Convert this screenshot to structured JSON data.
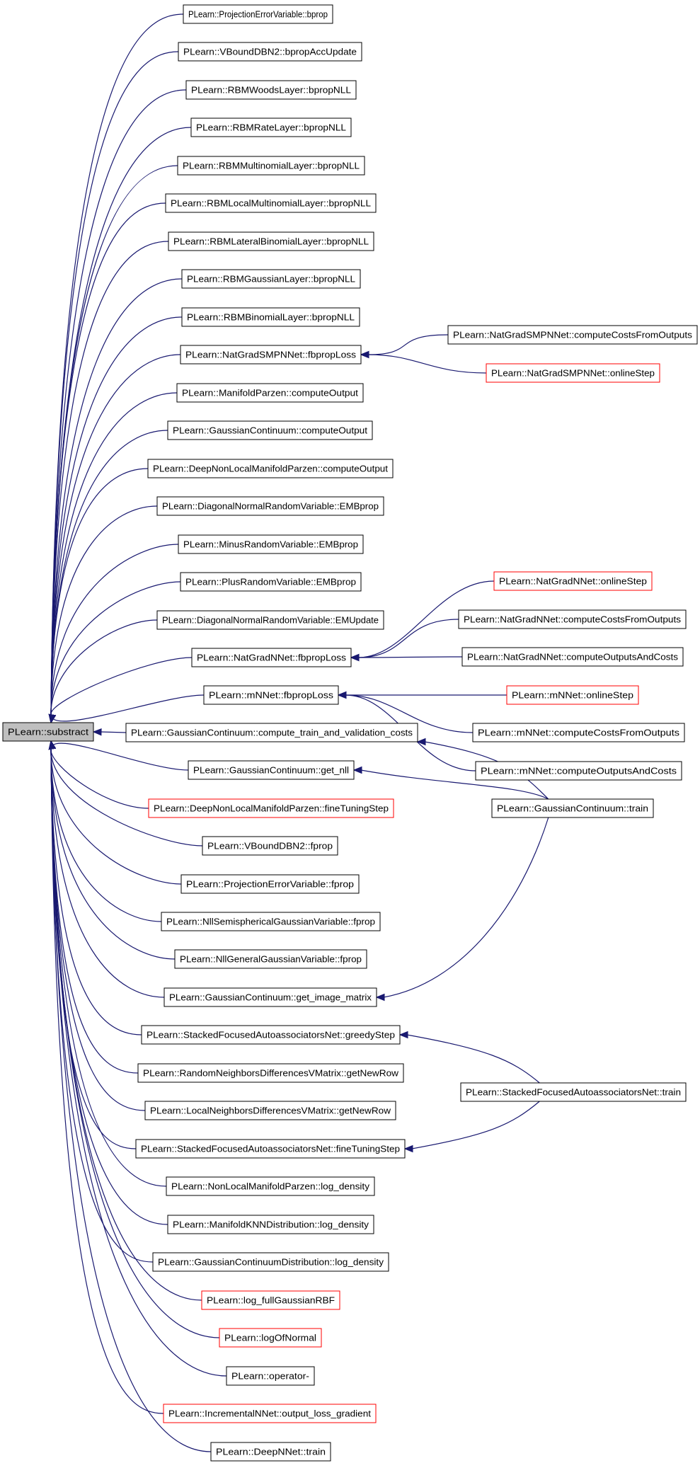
{
  "root": {
    "label": "PLearn::substract"
  },
  "nodes": [
    {
      "id": "n0",
      "label": "PLearn::ProjectionErrorVariable::bprop",
      "border": "black"
    },
    {
      "id": "n1",
      "label": "PLearn::VBoundDBN2::bpropAccUpdate",
      "border": "black"
    },
    {
      "id": "n2",
      "label": "PLearn::RBMWoodsLayer::bpropNLL",
      "border": "black"
    },
    {
      "id": "n3",
      "label": "PLearn::RBMRateLayer::bpropNLL",
      "border": "black"
    },
    {
      "id": "n4",
      "label": "PLearn::RBMMultinomialLayer::bpropNLL",
      "border": "black"
    },
    {
      "id": "n5",
      "label": "PLearn::RBMLocalMultinomialLayer::bpropNLL",
      "border": "black"
    },
    {
      "id": "n6",
      "label": "PLearn::RBMLateralBinomialLayer::bpropNLL",
      "border": "black"
    },
    {
      "id": "n7",
      "label": "PLearn::RBMGaussianLayer::bpropNLL",
      "border": "black"
    },
    {
      "id": "n8",
      "label": "PLearn::RBMBinomialLayer::bpropNLL",
      "border": "black"
    },
    {
      "id": "n9",
      "label": "PLearn::NatGradSMPNNet::fbpropLoss",
      "border": "black"
    },
    {
      "id": "n10",
      "label": "PLearn::ManifoldParzen::computeOutput",
      "border": "black"
    },
    {
      "id": "n11",
      "label": "PLearn::GaussianContinuum::computeOutput",
      "border": "black"
    },
    {
      "id": "n12",
      "label": "PLearn::DeepNonLocalManifoldParzen::computeOutput",
      "border": "black"
    },
    {
      "id": "n13",
      "label": "PLearn::DiagonalNormalRandomVariable::EMBprop",
      "border": "black"
    },
    {
      "id": "n14",
      "label": "PLearn::MinusRandomVariable::EMBprop",
      "border": "black"
    },
    {
      "id": "n15",
      "label": "PLearn::PlusRandomVariable::EMBprop",
      "border": "black"
    },
    {
      "id": "n16",
      "label": "PLearn::DiagonalNormalRandomVariable::EMUpdate",
      "border": "black"
    },
    {
      "id": "n17",
      "label": "PLearn::NatGradNNet::fbpropLoss",
      "border": "black"
    },
    {
      "id": "n18",
      "label": "PLearn::mNNet::fbpropLoss",
      "border": "black"
    },
    {
      "id": "n19",
      "label": "PLearn::GaussianContinuum::compute_train_and_validation_costs",
      "border": "black"
    },
    {
      "id": "n20",
      "label": "PLearn::GaussianContinuum::get_nll",
      "border": "black"
    },
    {
      "id": "n21",
      "label": "PLearn::DeepNonLocalManifoldParzen::fineTuningStep",
      "border": "red"
    },
    {
      "id": "n22",
      "label": "PLearn::VBoundDBN2::fprop",
      "border": "black"
    },
    {
      "id": "n23",
      "label": "PLearn::ProjectionErrorVariable::fprop",
      "border": "black"
    },
    {
      "id": "n24",
      "label": "PLearn::NllSemisphericalGaussianVariable::fprop",
      "border": "black"
    },
    {
      "id": "n25",
      "label": "PLearn::NllGeneralGaussianVariable::fprop",
      "border": "black"
    },
    {
      "id": "n26",
      "label": "PLearn::GaussianContinuum::get_image_matrix",
      "border": "black"
    },
    {
      "id": "n27",
      "label": "PLearn::StackedFocusedAutoassociatorsNet::greedyStep",
      "border": "black"
    },
    {
      "id": "n28",
      "label": "PLearn::RandomNeighborsDifferencesVMatrix::getNewRow",
      "border": "black"
    },
    {
      "id": "n29",
      "label": "PLearn::LocalNeighborsDifferencesVMatrix::getNewRow",
      "border": "black"
    },
    {
      "id": "n30",
      "label": "PLearn::StackedFocusedAutoassociatorsNet::fineTuningStep",
      "border": "black"
    },
    {
      "id": "n31",
      "label": "PLearn::NonLocalManifoldParzen::log_density",
      "border": "black"
    },
    {
      "id": "n32",
      "label": "PLearn::ManifoldKNNDistribution::log_density",
      "border": "black"
    },
    {
      "id": "n33",
      "label": "PLearn::GaussianContinuumDistribution::log_density",
      "border": "black"
    },
    {
      "id": "n34",
      "label": "PLearn::log_fullGaussianRBF",
      "border": "red"
    },
    {
      "id": "n35",
      "label": "PLearn::logOfNormal",
      "border": "red"
    },
    {
      "id": "n36",
      "label": "PLearn::operator-",
      "border": "black"
    },
    {
      "id": "n37",
      "label": "PLearn::IncrementalNNet::output_loss_gradient",
      "border": "red"
    },
    {
      "id": "n38",
      "label": "PLearn::DeepNNet::train",
      "border": "black"
    },
    {
      "id": "r0",
      "label": "PLearn::NatGradSMPNNet::computeCostsFromOutputs",
      "border": "black"
    },
    {
      "id": "r1",
      "label": "PLearn::NatGradSMPNNet::onlineStep",
      "border": "red"
    },
    {
      "id": "r2",
      "label": "PLearn::NatGradNNet::onlineStep",
      "border": "red"
    },
    {
      "id": "r3",
      "label": "PLearn::NatGradNNet::computeCostsFromOutputs",
      "border": "black"
    },
    {
      "id": "r4",
      "label": "PLearn::NatGradNNet::computeOutputsAndCosts",
      "border": "black"
    },
    {
      "id": "r5",
      "label": "PLearn::mNNet::onlineStep",
      "border": "red"
    },
    {
      "id": "r6",
      "label": "PLearn::mNNet::computeCostsFromOutputs",
      "border": "black"
    },
    {
      "id": "r7",
      "label": "PLearn::mNNet::computeOutputsAndCosts",
      "border": "black"
    },
    {
      "id": "r8",
      "label": "PLearn::GaussianContinuum::train",
      "border": "black"
    },
    {
      "id": "r9",
      "label": "PLearn::StackedFocusedAutoassociatorsNet::train",
      "border": "black"
    }
  ],
  "edges": [
    [
      "r0",
      "n9"
    ],
    [
      "r1",
      "n9"
    ],
    [
      "r2",
      "n17"
    ],
    [
      "r3",
      "n17"
    ],
    [
      "r4",
      "n17"
    ],
    [
      "r5",
      "n18"
    ],
    [
      "r6",
      "n18"
    ],
    [
      "r7",
      "n18"
    ],
    [
      "r8",
      "n19"
    ],
    [
      "r8",
      "n20"
    ],
    [
      "r8",
      "n26"
    ],
    [
      "r9",
      "n27"
    ],
    [
      "r9",
      "n30"
    ]
  ],
  "colors": {
    "edge": "#191970",
    "red_border": "#ff0000",
    "root_fill": "#bfbfbf"
  }
}
